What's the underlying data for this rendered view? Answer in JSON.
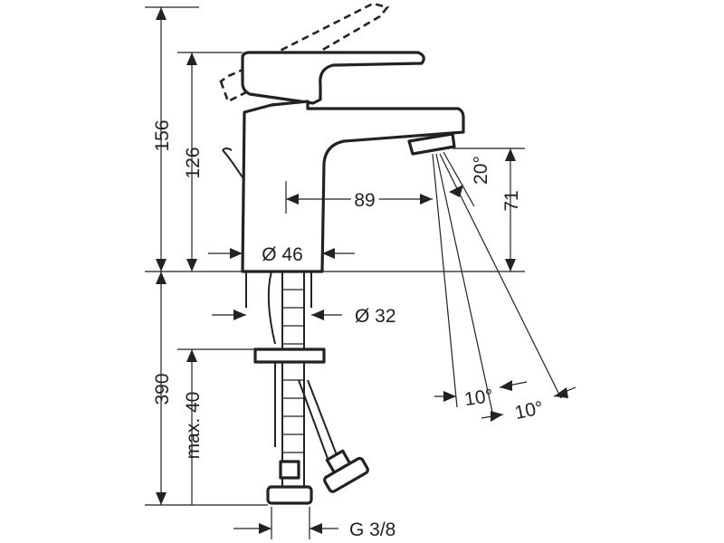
{
  "diagram": {
    "dimensions": {
      "total_height": "156",
      "spout_height": "126",
      "aerator_height": "71",
      "reach": "89",
      "body_diameter": "Ø 46",
      "shank_diameter": "Ø 32",
      "below_counter": "390",
      "max_thickness": "max. 40",
      "connection": "G 3/8",
      "angle_spray": "20°",
      "angle_a": "10°",
      "angle_b": "10°"
    }
  }
}
